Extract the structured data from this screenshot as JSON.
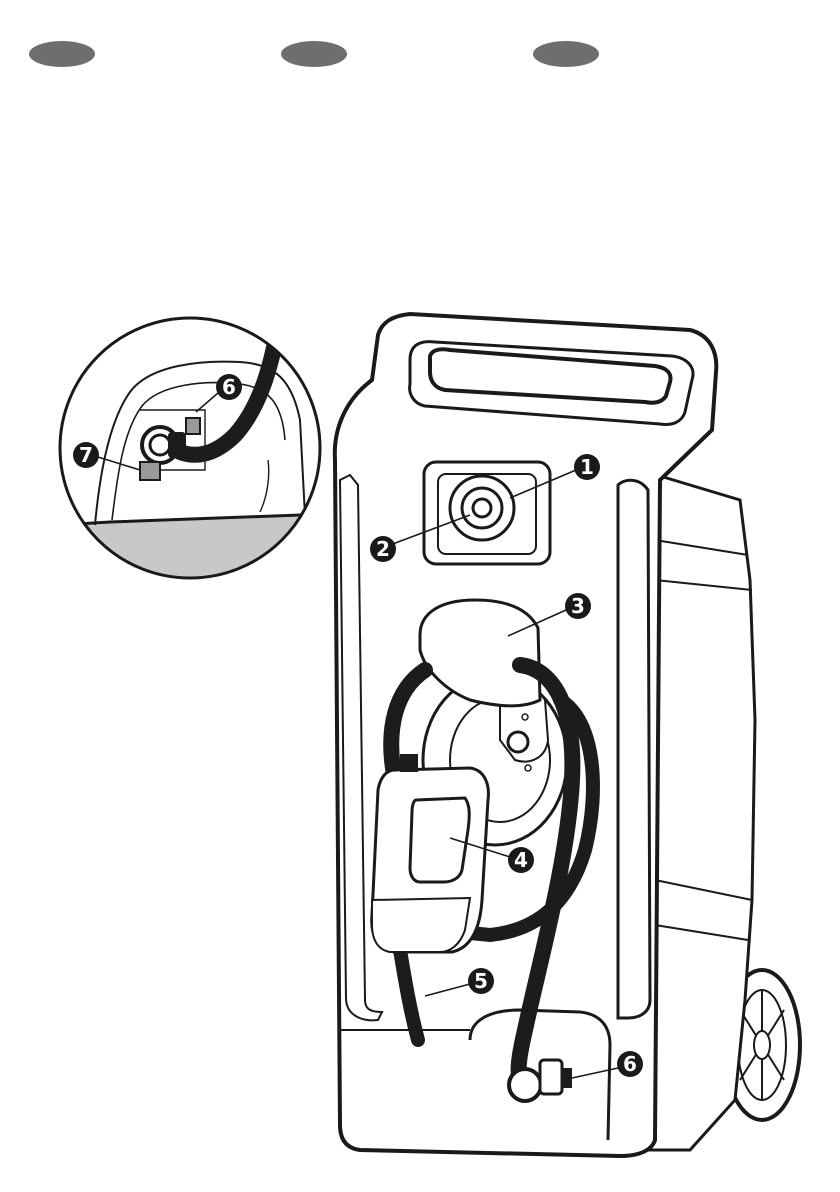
{
  "colors": {
    "pill": "#6e6e6e",
    "ink": "#1a1a1a",
    "hose": "#1c1c1c",
    "shade": "#c8c8c8",
    "paper": "#ffffff"
  },
  "header": {
    "pills": [
      {
        "label": ""
      },
      {
        "label": ""
      },
      {
        "label": ""
      }
    ]
  },
  "callouts": [
    {
      "number": "1"
    },
    {
      "number": "2"
    },
    {
      "number": "3"
    },
    {
      "number": "4"
    },
    {
      "number": "5"
    },
    {
      "number": "6"
    },
    {
      "number": "6"
    },
    {
      "number": "7"
    }
  ],
  "icons": {
    "callout_badge": "numbered-circle-icon",
    "inset": "magnifier-inset-icon"
  }
}
